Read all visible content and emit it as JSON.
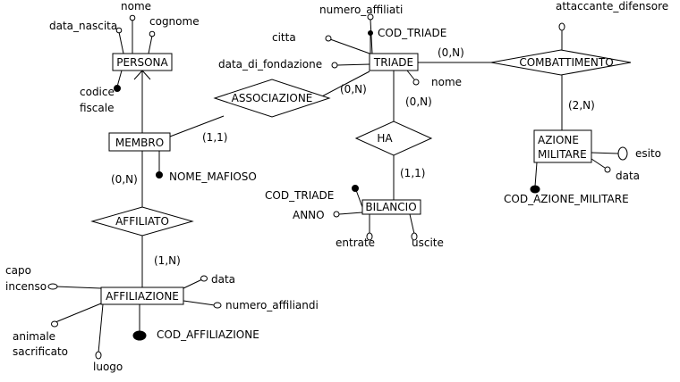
{
  "entities": {
    "persona": "PERSONA",
    "membro": "MEMBRO",
    "affiliazione": "AFFILIAZIONE",
    "triade": "TRIADE",
    "bilancio": "BILANCIO",
    "azione_militare_line1": "AZIONE",
    "azione_militare_line2": "MILITARE"
  },
  "relationships": {
    "associazione": "ASSOCIAZIONE",
    "affiliato": "AFFILIATO",
    "ha": "HA",
    "combattimento": "COMBATTIMENTO"
  },
  "attributes": {
    "nome": "nome",
    "data_nascita": "data_nascita",
    "cognome": "cognome",
    "codice_fiscale_line1": "codice",
    "codice_fiscale_line2": "fiscale",
    "nome_mafioso": "NOME_MAFIOSO",
    "capo_incenso_line1": "capo",
    "capo_incenso_line2": "incenso",
    "data_affiliazione": "data",
    "numero_affiliandi": "numero_affiliandi",
    "cod_affiliazione": "COD_AFFILIAZIONE",
    "animale_sacrificato_line1": "animale",
    "animale_sacrificato_line2": "sacrificato",
    "luogo": "luogo",
    "numero_affiliati": "numero_affiliati",
    "citta": "citta",
    "cod_triade": "COD_TRIADE",
    "data_di_fondazione": "data_di_fondazione",
    "nome_triade": "nome",
    "cod_triade_bilancio": "COD_TRIADE",
    "anno": "ANNO",
    "entrate": "entrate",
    "uscite": "uscite",
    "attaccante_difensore": "attaccante_difensore",
    "esito": "esito",
    "data_azione": "data",
    "cod_azione_militare": "COD_AZIONE_MILITARE"
  },
  "cardinalities": {
    "membro_associazione": "(1,1)",
    "triade_associazione": "(0,N)",
    "membro_affiliato": "(0,N)",
    "affiliazione_affiliato": "(1,N)",
    "triade_ha": "(0,N)",
    "bilancio_ha": "(1,1)",
    "triade_combattimento": "(0,N)",
    "azione_combattimento": "(2,N)"
  }
}
